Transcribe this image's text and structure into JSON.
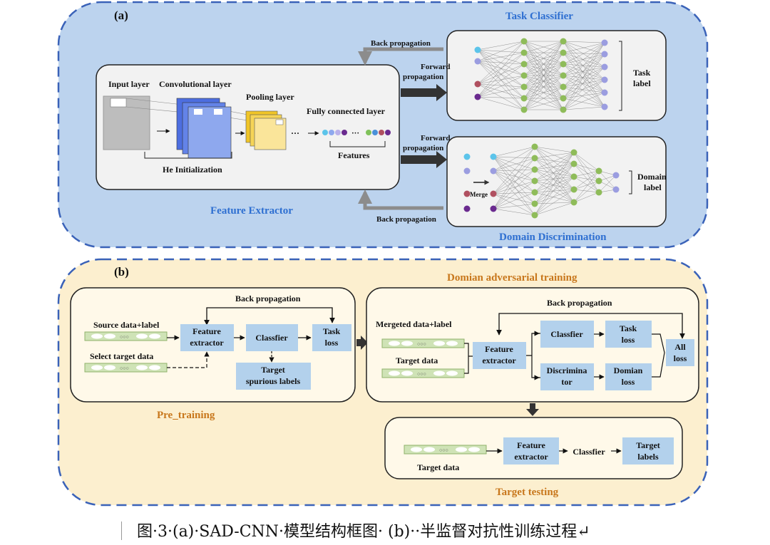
{
  "panel_a": {
    "tag": "(a)",
    "feature_extractor": {
      "title": "Feature Extractor",
      "input_layer": "Input layer",
      "conv_layer": "Convolutional layer",
      "pooling_layer": "Pooling layer",
      "fc_layer": "Fully connected layer",
      "features": "Features",
      "he_init": "He  Initialization",
      "ellipsis": "···"
    },
    "task_classifier": {
      "title": "Task Classifier",
      "label_line1": "Task",
      "label_line2": "label"
    },
    "domain_discrimination": {
      "title": "Domain Discrimination",
      "label_line1": "Domain",
      "label_line2": "label",
      "merge": "Merge"
    },
    "arrows": {
      "back_prop_top": "Back propagation",
      "forward_top_1": "Forward",
      "forward_top_2": "propagation",
      "forward_bottom_1": "Forward",
      "forward_bottom_2": "propagation",
      "back_prop_bottom": "Back propagation"
    }
  },
  "panel_b": {
    "tag": "(b)",
    "pre_training": {
      "title": "Pre_training",
      "back_prop": "Back propagation",
      "source": "Source data+label",
      "select_target": "Select target data",
      "feature_extractor_1": "Feature",
      "feature_extractor_2": "extractor",
      "classifier": "Classfier",
      "task_loss_1": "Task",
      "task_loss_2": "loss",
      "target_spurious_1": "Target",
      "target_spurious_2": "spurious labels"
    },
    "adversarial": {
      "title": "Domian adversarial training",
      "back_prop": "Back propagation",
      "merged": "Mergeted data+label",
      "target": "Target data",
      "feature_extractor_1": "Feature",
      "feature_extractor_2": "extractor",
      "classifier": "Classfier",
      "task_loss_1": "Task",
      "task_loss_2": "loss",
      "discriminator_1": "Discrimina",
      "discriminator_2": "tor",
      "domain_loss_1": "Domian",
      "domain_loss_2": "loss",
      "all_loss_1": "All",
      "all_loss_2": "loss"
    },
    "testing": {
      "title": "Target testing",
      "target": "Target data",
      "feature_extractor_1": "Feature",
      "feature_extractor_2": "extractor",
      "classifier": "Classfier",
      "target_labels_1": "Target",
      "target_labels_2": "labels"
    },
    "dots": "○○○"
  },
  "caption": "图·3·(a)·SAD-CNN·模型结构框图· (b)··半监督对抗性训练过程↵",
  "colors": {
    "panel_a_bg": "#bcd3ee",
    "panel_b_bg": "#fcefcf",
    "border_dash": "#3a62b8",
    "box_fill": "#f2f2f2",
    "node_box": "#b3d1ec",
    "accent_blue": "#2e6fd1",
    "accent_orange": "#c8771c"
  }
}
